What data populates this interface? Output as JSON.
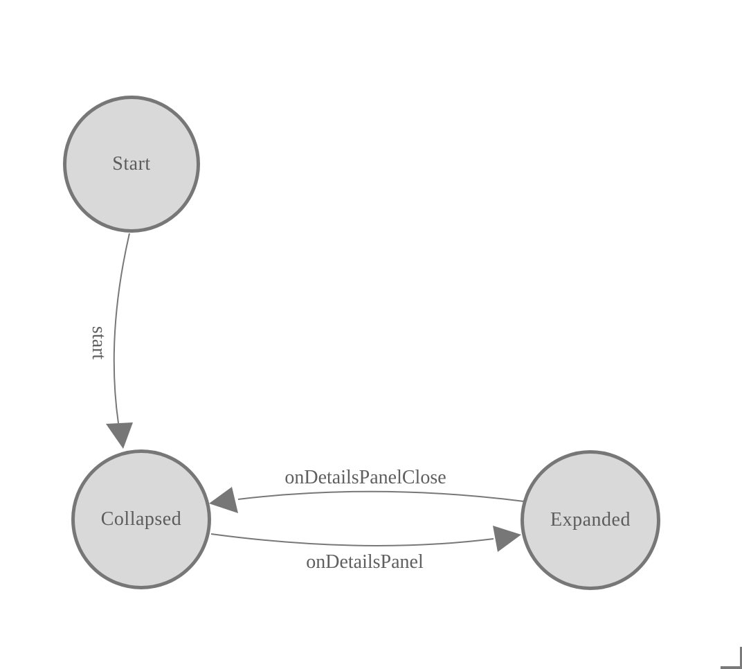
{
  "diagram": {
    "type": "state-machine",
    "nodes": [
      {
        "id": "start",
        "label": "Start"
      },
      {
        "id": "collapsed",
        "label": "Collapsed"
      },
      {
        "id": "expanded",
        "label": "Expanded"
      }
    ],
    "edges": [
      {
        "from": "Start",
        "to": "Collapsed",
        "label": "start"
      },
      {
        "from": "Expanded",
        "to": "Collapsed",
        "label": "onDetailsPanelClose"
      },
      {
        "from": "Collapsed",
        "to": "Expanded",
        "label": "onDetailsPanel"
      }
    ],
    "colors": {
      "node_fill": "#d9d9d9",
      "node_stroke": "#777777",
      "edge_stroke": "#777777",
      "arrowhead_fill": "#777777",
      "label_text": "#5f5f5f",
      "background": "#ffffff",
      "corner_border": "#7a7a7a"
    }
  }
}
